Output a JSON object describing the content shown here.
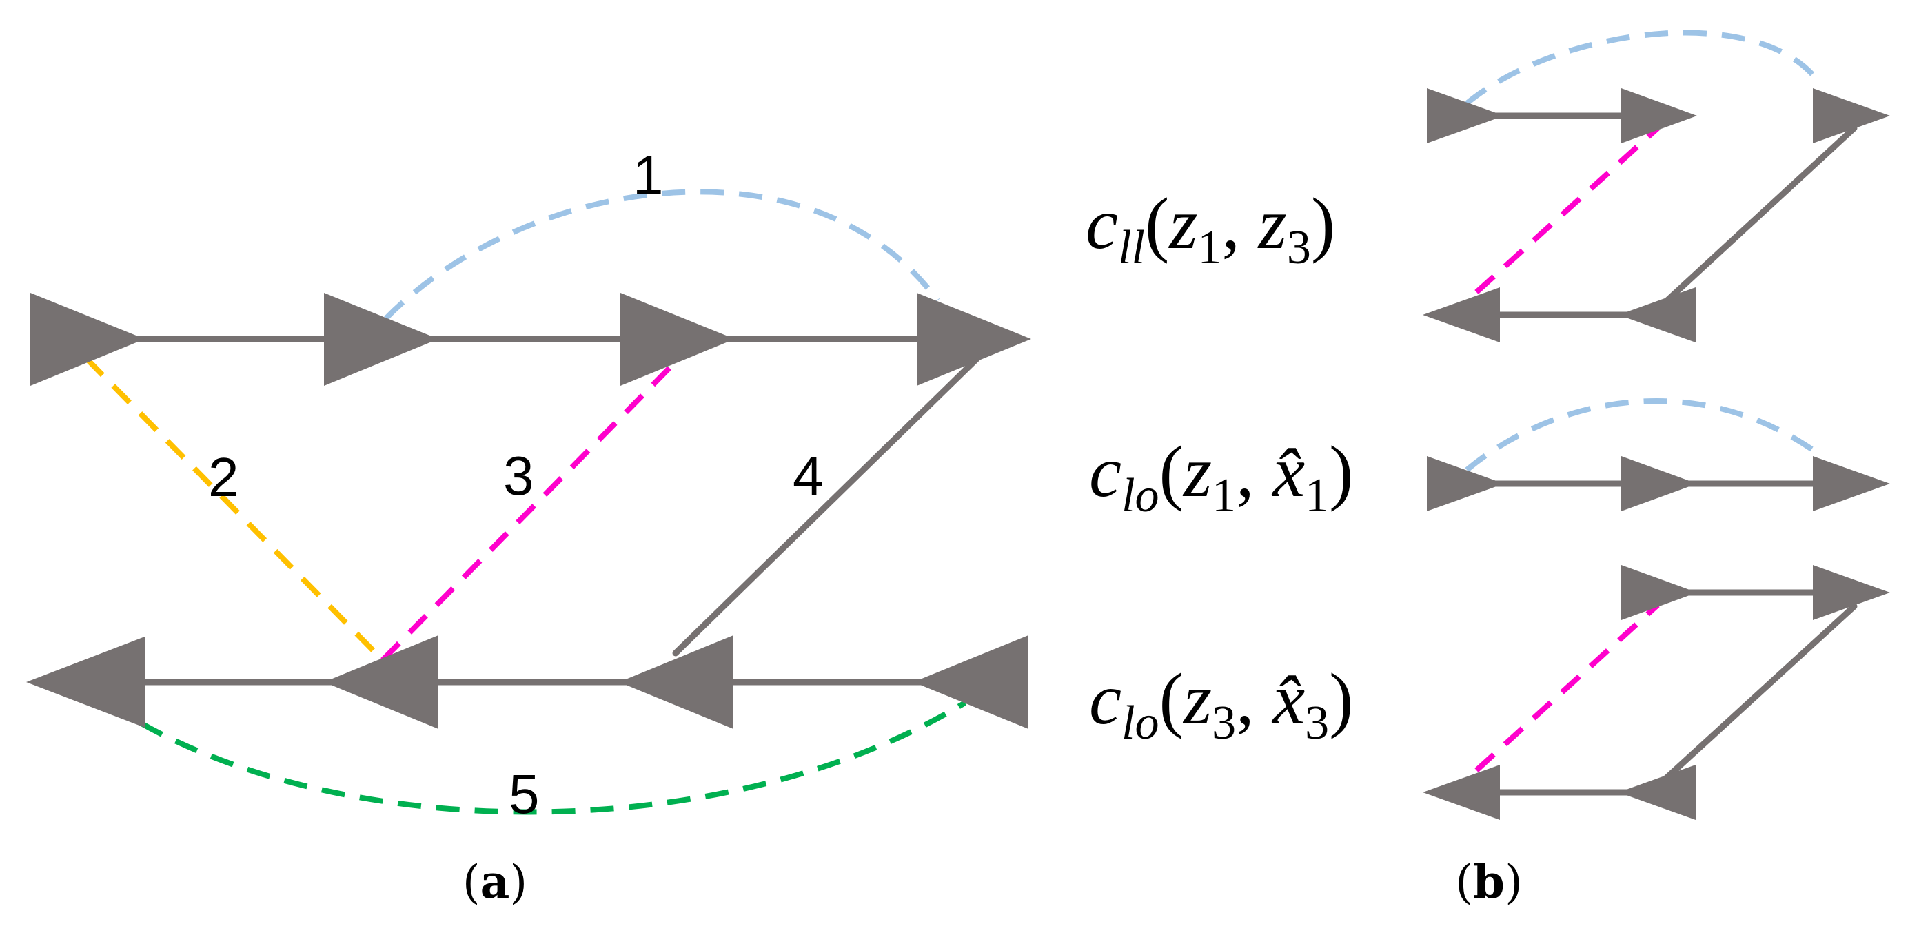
{
  "panel_a": {
    "caption_open": "(",
    "caption_letter": "a",
    "caption_close": ")",
    "labels": [
      "1",
      "2",
      "3",
      "4",
      "5"
    ],
    "colors": {
      "node": "#767171",
      "link_1": "#9dc3e6",
      "link_2": "#ffc000",
      "link_3": "#ff00cc",
      "link_4": "#767171",
      "link_5": "#00b050"
    }
  },
  "panel_b": {
    "caption_open": "(",
    "caption_letter": "b",
    "caption_close": ")",
    "rows": [
      {
        "fn": "c",
        "sub": "ll",
        "open": "(",
        "a": "z",
        "a_sub": "1",
        "comma": ", ",
        "b": "z",
        "b_sub": "3",
        "close": ")"
      },
      {
        "fn": "c",
        "sub": "lo",
        "open": "(",
        "a": "z",
        "a_sub": "1",
        "comma": ", ",
        "b": "x̂",
        "b_sub": "1",
        "close": ")"
      },
      {
        "fn": "c",
        "sub": "lo",
        "open": "(",
        "a": "z",
        "a_sub": "3",
        "comma": ", ",
        "b": "x̂",
        "b_sub": "3",
        "close": ")"
      }
    ]
  }
}
